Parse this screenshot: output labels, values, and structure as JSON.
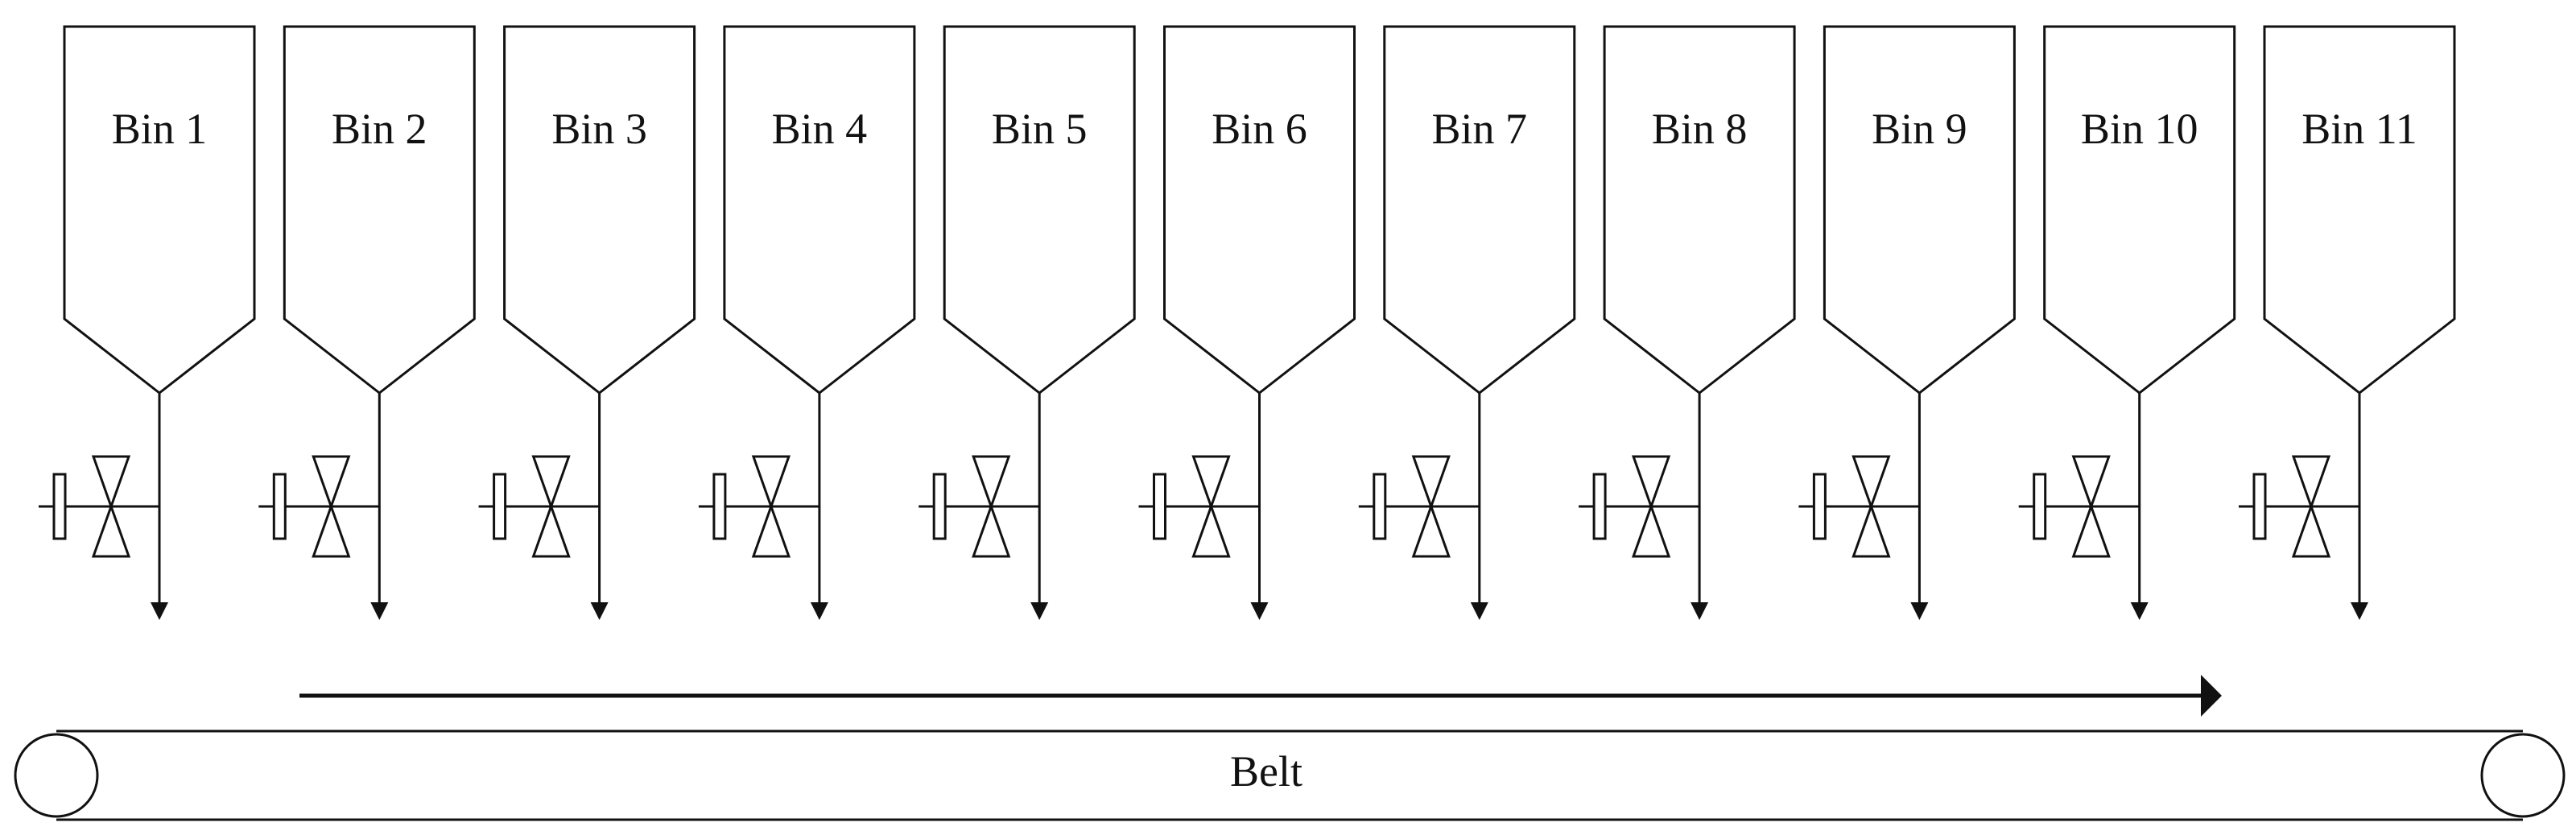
{
  "bins": [
    {
      "label": "Bin 1"
    },
    {
      "label": "Bin 2"
    },
    {
      "label": "Bin 3"
    },
    {
      "label": "Bin 4"
    },
    {
      "label": "Bin 5"
    },
    {
      "label": "Bin 6"
    },
    {
      "label": "Bin 7"
    },
    {
      "label": "Bin 8"
    },
    {
      "label": "Bin 9"
    },
    {
      "label": "Bin 10"
    },
    {
      "label": "Bin 11"
    }
  ],
  "belt": {
    "label": "Belt"
  },
  "colors": {
    "stroke": "#111111",
    "background": "#ffffff"
  },
  "icons": {
    "valve": "gate-valve-icon",
    "flow": "down-arrow-icon",
    "direction": "right-arrow-icon"
  }
}
